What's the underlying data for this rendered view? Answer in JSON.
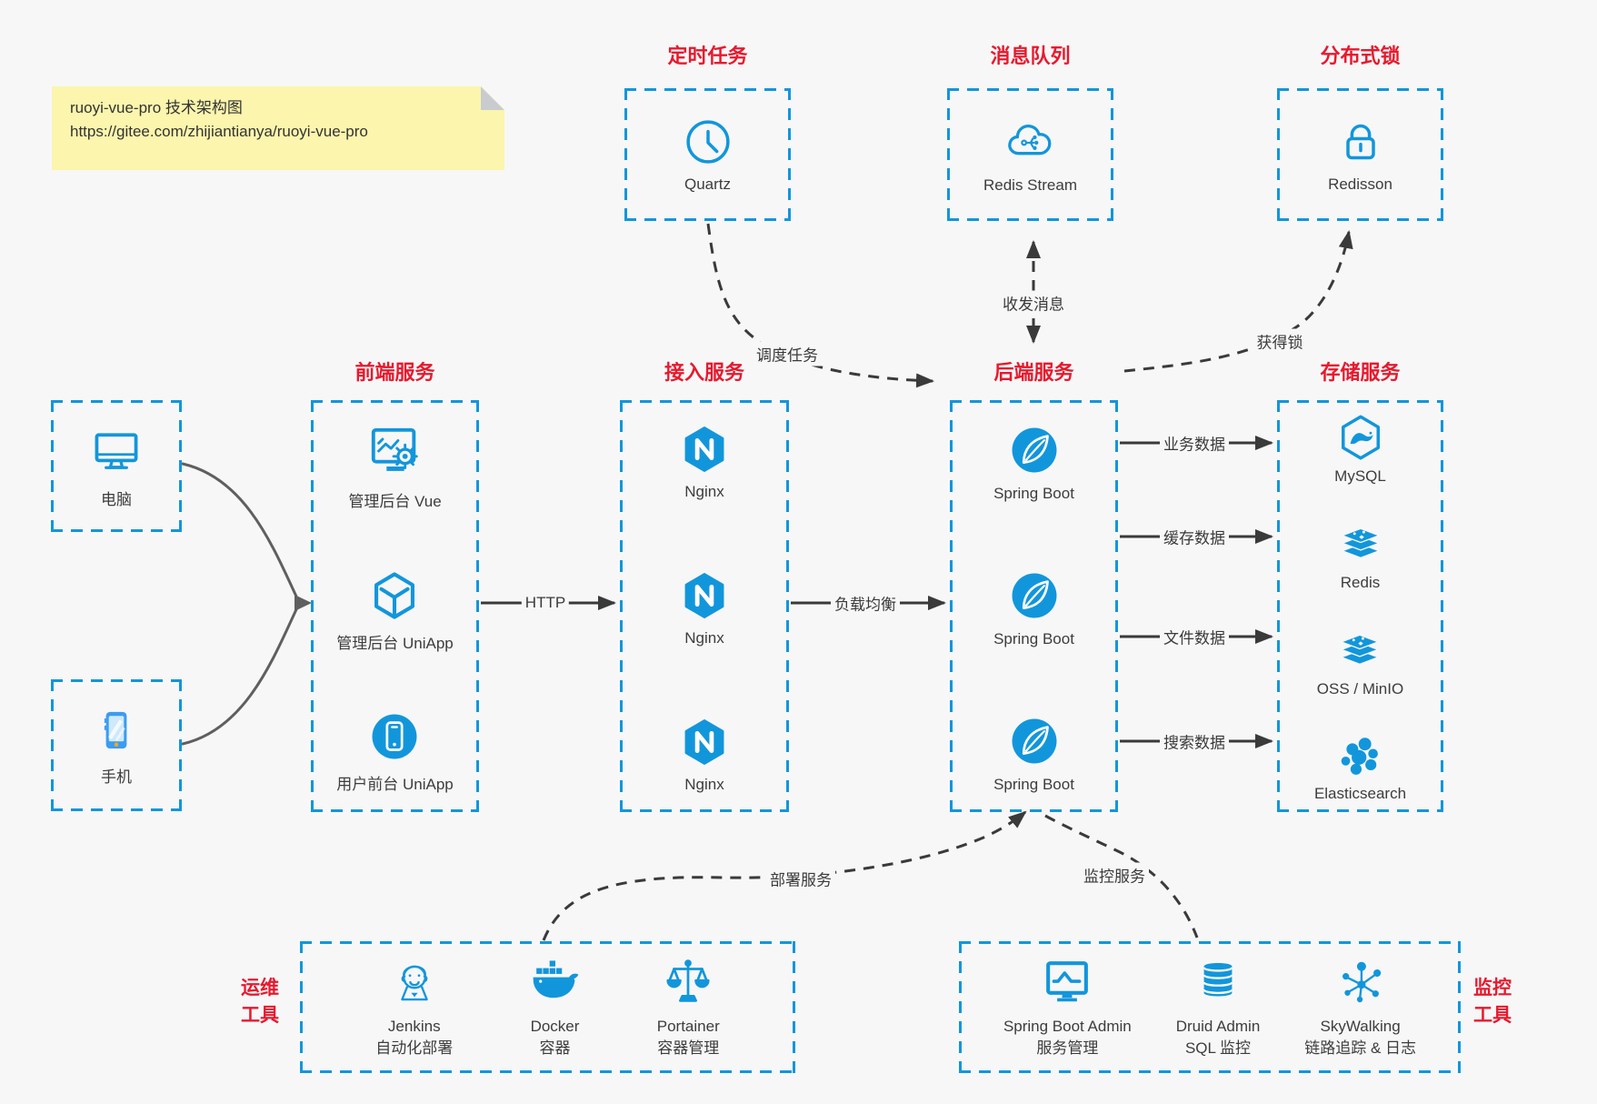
{
  "note": {
    "title": "ruoyi-vue-pro 技术架构图",
    "url": "https://gitee.com/zhijiantianya/ruoyi-vue-pro"
  },
  "top_services": [
    {
      "title": "定时任务",
      "item": {
        "icon": "clock-icon",
        "label": "Quartz"
      }
    },
    {
      "title": "消息队列",
      "item": {
        "icon": "cloud-stream-icon",
        "label": "Redis Stream"
      }
    },
    {
      "title": "分布式锁",
      "item": {
        "icon": "lock-icon",
        "label": "Redisson"
      }
    }
  ],
  "clients": [
    {
      "icon": "desktop-icon",
      "label": "电脑"
    },
    {
      "icon": "smartphone-icon",
      "label": "手机"
    }
  ],
  "service_columns": {
    "frontend": {
      "title": "前端服务",
      "items": [
        {
          "icon": "admin-vue-icon",
          "label": "管理后台 Vue"
        },
        {
          "icon": "uniapp-cube-icon",
          "label": "管理后台 UniApp"
        },
        {
          "icon": "user-app-icon",
          "label": "用户前台 UniApp"
        }
      ]
    },
    "access": {
      "title": "接入服务",
      "items": [
        {
          "icon": "nginx-icon",
          "label": "Nginx"
        },
        {
          "icon": "nginx-icon",
          "label": "Nginx"
        },
        {
          "icon": "nginx-icon",
          "label": "Nginx"
        }
      ]
    },
    "backend": {
      "title": "后端服务",
      "items": [
        {
          "icon": "spring-boot-icon",
          "label": "Spring Boot"
        },
        {
          "icon": "spring-boot-icon",
          "label": "Spring Boot"
        },
        {
          "icon": "spring-boot-icon",
          "label": "Spring Boot"
        }
      ]
    },
    "storage": {
      "title": "存储服务",
      "items": [
        {
          "icon": "mysql-icon",
          "label": "MySQL"
        },
        {
          "icon": "redis-stack-icon",
          "label": "Redis"
        },
        {
          "icon": "object-storage-icon",
          "label": "OSS / MinIO"
        },
        {
          "icon": "elasticsearch-icon",
          "label": "Elasticsearch"
        }
      ]
    }
  },
  "tool_groups": {
    "ops": {
      "side_label": [
        "运维",
        "工具"
      ],
      "items": [
        {
          "icon": "jenkins-icon",
          "name": "Jenkins",
          "desc": "自动化部署"
        },
        {
          "icon": "docker-icon",
          "name": "Docker",
          "desc": "容器"
        },
        {
          "icon": "portainer-icon",
          "name": "Portainer",
          "desc": "容器管理"
        }
      ]
    },
    "monitoring": {
      "side_label": [
        "监控",
        "工具"
      ],
      "items": [
        {
          "icon": "spring-boot-admin-icon",
          "name": "Spring Boot Admin",
          "desc": "服务管理"
        },
        {
          "icon": "druid-icon",
          "name": "Druid Admin",
          "desc": "SQL 监控"
        },
        {
          "icon": "skywalking-icon",
          "name": "SkyWalking",
          "desc": "链路追踪 & 日志"
        }
      ]
    }
  },
  "edge_labels": {
    "http": "HTTP",
    "load_balance": "负载均衡",
    "schedule_task": "调度任务",
    "send_receive_message": "收发消息",
    "acquire_lock": "获得锁",
    "business_data": "业务数据",
    "cache_data": "缓存数据",
    "file_data": "文件数据",
    "search_data": "搜索数据",
    "deploy_service": "部署服务",
    "monitor_service": "监控服务"
  },
  "colors": {
    "accent_blue": "#1296db",
    "title_red": "#e8192d",
    "edge_dark": "#3a3a3a",
    "client_edge_gray": "#5f5f5f",
    "note_bg": "#fbf5ad",
    "canvas_bg": "#f7f7f8"
  }
}
